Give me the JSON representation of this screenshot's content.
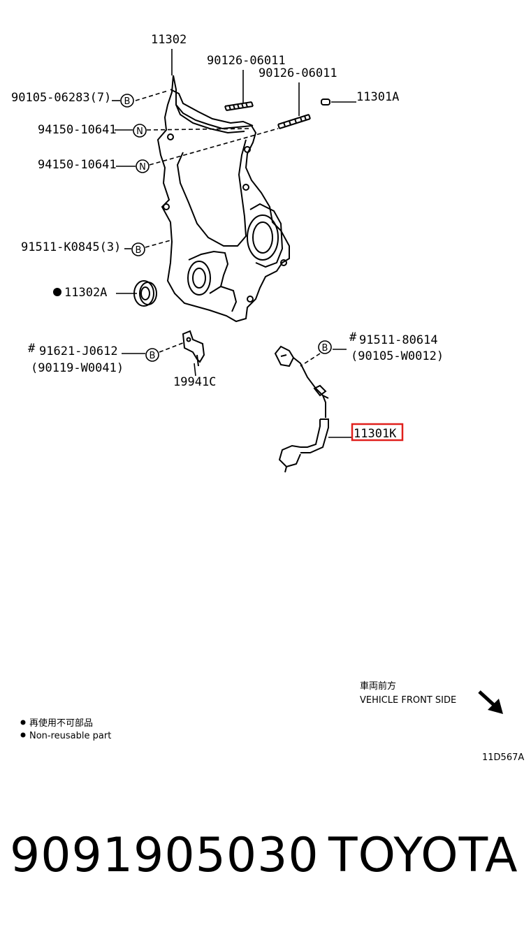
{
  "labels": {
    "cover": "11302",
    "bolt_a": "90105-06283(7)",
    "stud_1": "90126-06011",
    "stud_2": "90126-06011",
    "plug": "11301A",
    "nut_1": "94150-10641",
    "nut_2": "94150-10641",
    "bolt_b": "91511-K0845(3)",
    "seal": "11302A",
    "bolt_c_line1": "91621-J0612",
    "bolt_c_line2": "(90119-W0041)",
    "bracket": "19941C",
    "bolt_d_line1": "91511-80614",
    "bolt_d_line2": "(90105-W0012)",
    "sensor": "11301K"
  },
  "symbols": {
    "B": "B",
    "N": "N",
    "hash": "#"
  },
  "direction": {
    "jp": "車両前方",
    "en": "VEHICLE FRONT SIDE"
  },
  "legend": {
    "jp": "再使用不可部品",
    "en": "Non-reusable part"
  },
  "diagram_code": "11D567A",
  "footer": {
    "part_number": "9091905030",
    "brand": "TOYOTA"
  },
  "colors": {
    "highlight": "#e0201c"
  }
}
